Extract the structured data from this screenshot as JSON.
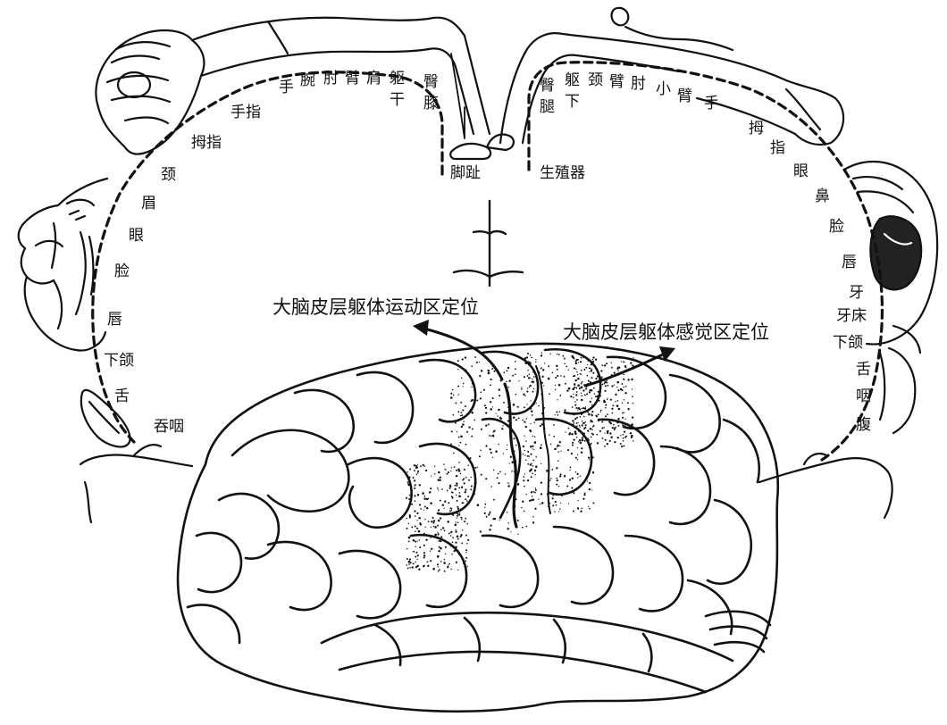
{
  "titles": {
    "motor": "大脑皮层躯体运动区定位",
    "sensory": "大脑皮层躯体感觉区定位"
  },
  "motor_labels": [
    "手",
    "腕",
    "肘",
    "臂",
    "肩",
    "躯",
    "干",
    "臀",
    "膝",
    "手指",
    "拇指",
    "颈",
    "眉",
    "眼",
    "脸",
    "唇",
    "下颌",
    "舌",
    "吞咽",
    "脚趾"
  ],
  "sensory_labels": [
    "臀",
    "腿",
    "躯",
    "下",
    "颈",
    "臂",
    "肘",
    "小",
    "臂",
    "手",
    "拇",
    "指",
    "眼",
    "鼻",
    "脸",
    "唇",
    "牙",
    "牙床",
    "下颌",
    "舌",
    "咽",
    "腹",
    "生殖器"
  ]
}
